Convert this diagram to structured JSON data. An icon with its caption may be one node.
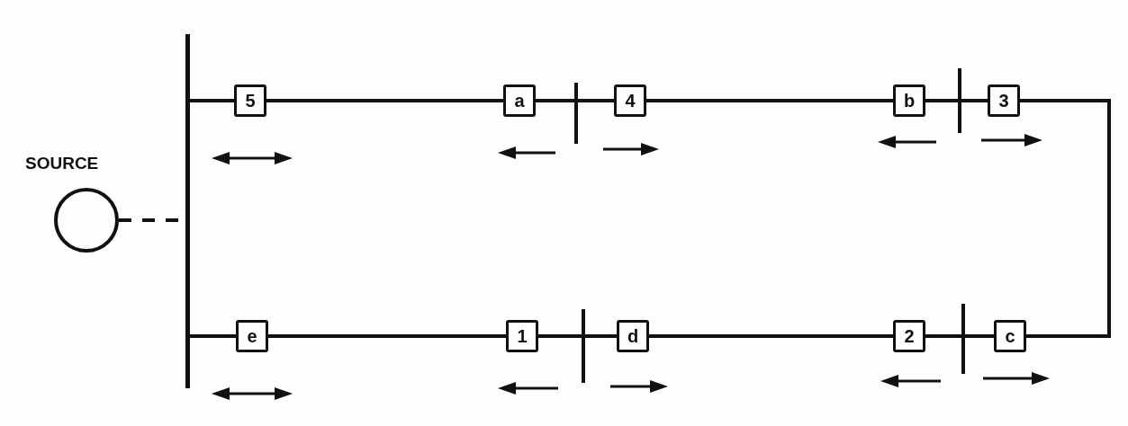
{
  "diagram": {
    "nodes": [
      {
        "text": [
          "SOURCE"
        ]
      },
      {
        "text": [],
        "shape": "bar"
      },
      {
        "text": [
          "5"
        ]
      },
      {
        "text": [
          "a"
        ]
      },
      {
        "text": [],
        "shape": "bar"
      },
      {
        "text": [
          "4"
        ]
      },
      {
        "text": [
          "b"
        ]
      },
      {
        "text": [],
        "shape": "bar"
      },
      {
        "text": [
          "3"
        ]
      },
      {
        "text": [
          "e"
        ]
      },
      {
        "text": [
          "1"
        ]
      },
      {
        "text": [],
        "shape": "bar"
      },
      {
        "text": [
          "d"
        ]
      },
      {
        "text": [
          "2"
        ]
      },
      {
        "text": [],
        "shape": "bar"
      },
      {
        "text": [
          "c"
        ]
      }
    ],
    "edges": [
      {
        "from": 0,
        "to": 1,
        "arrow": "none",
        "style": "dashed"
      },
      {
        "from": 1,
        "to": 2,
        "arrow": "none"
      },
      {
        "from": 2,
        "to": 3,
        "arrow": "none"
      },
      {
        "from": 3,
        "to": 4,
        "arrow": "none"
      },
      {
        "from": 4,
        "to": 5,
        "arrow": "none"
      },
      {
        "from": 5,
        "to": 6,
        "arrow": "none"
      },
      {
        "from": 6,
        "to": 7,
        "arrow": "none"
      },
      {
        "from": 7,
        "to": 8,
        "arrow": "none"
      },
      {
        "from": 8,
        "to": 15,
        "arrow": "none"
      },
      {
        "from": 1,
        "to": 9,
        "arrow": "none"
      },
      {
        "from": 9,
        "to": 10,
        "arrow": "none"
      },
      {
        "from": 10,
        "to": 11,
        "arrow": "none"
      },
      {
        "from": 11,
        "to": 12,
        "arrow": "none"
      },
      {
        "from": 12,
        "to": 13,
        "arrow": "none"
      },
      {
        "from": 13,
        "to": 14,
        "arrow": "none"
      },
      {
        "from": 14,
        "to": 15,
        "arrow": "none"
      }
    ]
  }
}
